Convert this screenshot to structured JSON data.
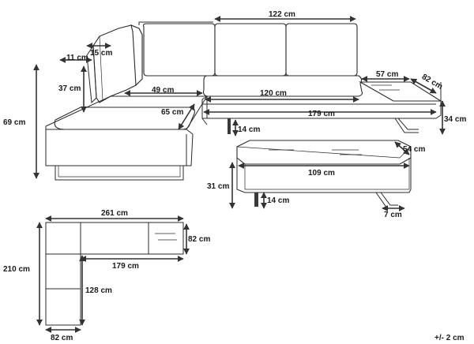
{
  "dimensions": {
    "sofa_back_length": "122 cm",
    "arm_width": "15 cm",
    "arm_depth": "11 cm",
    "seat_back_height": "37 cm",
    "total_height": "69 cm",
    "corner_section_width": "49 cm",
    "cushion_depth": "65 cm",
    "corner_depth": "82 cm",
    "main_seat_length": "120 cm",
    "table_section_length": "57 cm",
    "table_depth": "82 cm",
    "full_length": "179 cm",
    "table_height": "34 cm",
    "leg_height": "14 cm",
    "coffee_table_length": "109 cm",
    "coffee_table_depth": "54 cm",
    "coffee_table_height": "31 cm",
    "coffee_table_leg_height": "14 cm",
    "coffee_table_leg_width": "7 cm"
  },
  "plan": {
    "total_width": "261 cm",
    "total_depth": "210 cm",
    "long_side": "179 cm",
    "table_depth": "82 cm",
    "short_side": "128 cm",
    "module_width": "82 cm"
  },
  "tolerance_note": "+/- 2 cm"
}
